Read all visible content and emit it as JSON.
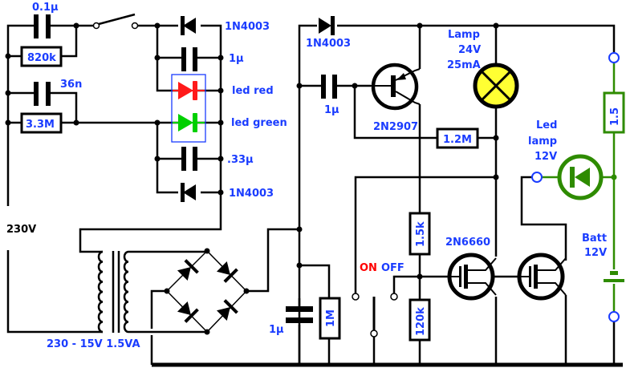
{
  "title": "LED / lamp emergency light circuit",
  "labels": {
    "c_01u": "0.1µ",
    "r_820k": "820k",
    "c_36n": "36n",
    "r_33m": "3.3M",
    "d1": "1N4003",
    "c_1u_a": "1µ",
    "led_red": "led red",
    "led_green": "led green",
    "c_033u": ".33µ",
    "d2": "1N4003",
    "mains": "230V",
    "transformer": "230 - 15V 1.5VA",
    "d3": "1N4003",
    "c_1u_b": "1µ",
    "pnp": "2N2907",
    "r_12m": "1.2M",
    "lamp1": "Lamp",
    "lamp2": "24V",
    "lamp3": "25mA",
    "ledlamp1": "Led",
    "ledlamp2": "lamp",
    "ledlamp3": "12V",
    "r_15": "1.5",
    "batt1": "Batt",
    "batt2": "12V",
    "mosfet": "2N6660",
    "r_15k": "1.5k",
    "r_120k": "120k",
    "r_1m": "1M",
    "c_1u_c": "1µ",
    "on": "ON",
    "off": "OFF"
  },
  "colors": {
    "label": "#1a3cff",
    "on": "#ff0000",
    "led_red": "#ff1a1a",
    "led_green": "#00d000",
    "green_wire": "#2e8b00",
    "lamp": "#ffff33"
  }
}
